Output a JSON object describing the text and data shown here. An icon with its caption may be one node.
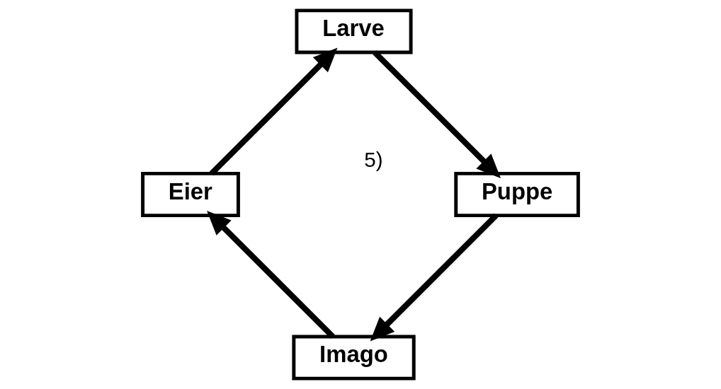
{
  "diagram": {
    "nodes": [
      {
        "text": [
          "Imago"
        ]
      },
      {
        "text": [
          "Puppe"
        ]
      },
      {
        "text": [
          "Eier"
        ]
      },
      {
        "text": [
          "Larve"
        ]
      }
    ],
    "edges": [
      {
        "from": 0,
        "to": 2,
        "arrow": "to"
      },
      {
        "from": 2,
        "to": 3,
        "arrow": "to"
      },
      {
        "from": 3,
        "to": 1,
        "arrow": "to"
      },
      {
        "from": 1,
        "to": 0,
        "arrow": "to"
      }
    ],
    "labels": [
      "5)"
    ]
  }
}
